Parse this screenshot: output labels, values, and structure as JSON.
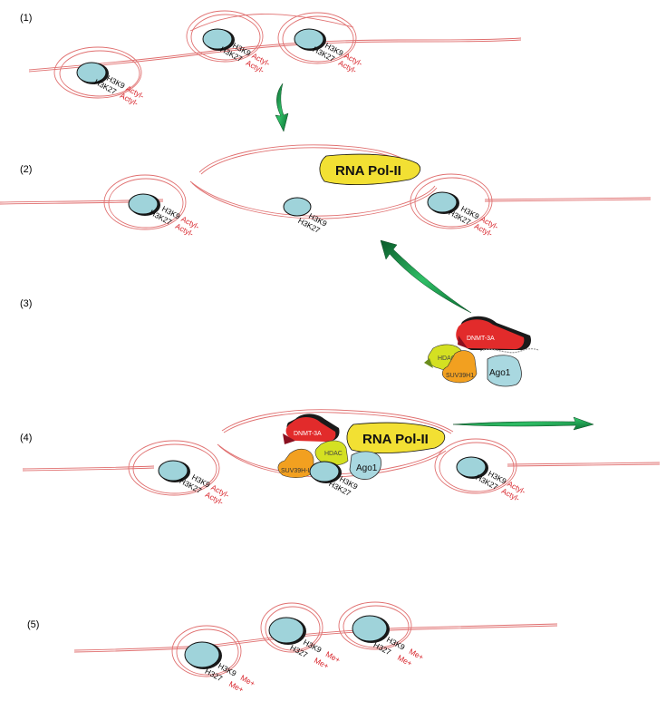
{
  "panels": {
    "p1": "(1)",
    "p2": "(2)",
    "p3": "(3)",
    "p4": "(4)",
    "p5": "(5)"
  },
  "labels": {
    "h3k9": "H3K9",
    "h3k27": "H3K27",
    "h327": "H327",
    "actyl": "Actyl-",
    "me": "Me+",
    "rna_pol": "RNA Pol-II",
    "dnmt": "DNMT-3A",
    "hdac": "HDAC",
    "suv": "SUV39H1",
    "suv_b": "SUV39H-I",
    "ago": "Ago1"
  },
  "colors": {
    "dna": "#e07070",
    "nucleosome": "#9fd3da",
    "arrow": "#1fa055",
    "pol": "#f2e033",
    "dnmt": "#e22b2b",
    "hdac": "#d4e022",
    "suv": "#f2a020",
    "ago": "#a9d8e0",
    "mark": "#d8232a"
  }
}
